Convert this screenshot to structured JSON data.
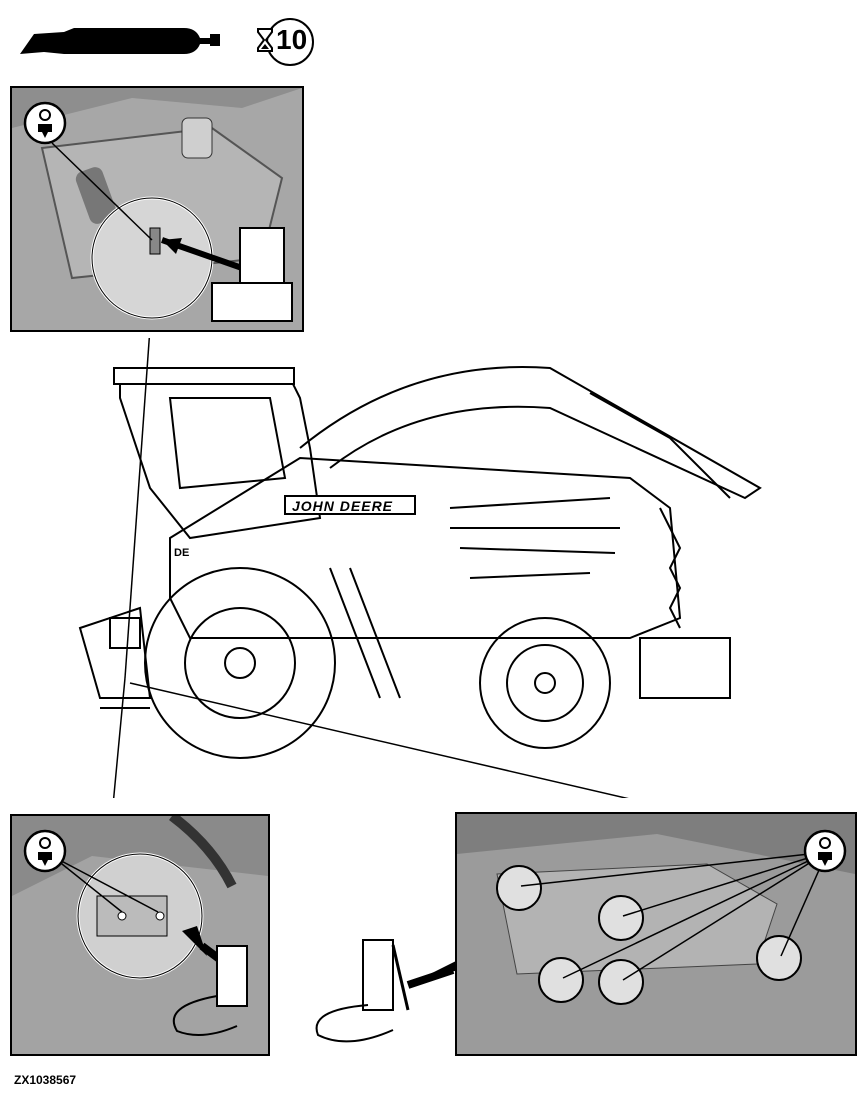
{
  "header": {
    "interval_hours": "10",
    "grease_gun_icon": "grease-gun-icon",
    "hourglass_icon": "hourglass-icon"
  },
  "machine": {
    "brand_label": "JOHN DEERE",
    "rear_panel_label": "DЕ"
  },
  "callouts": {
    "lubricate_icon": "grease-point-icon",
    "top_panel_points": 1,
    "bottom_left_points": 2,
    "bottom_right_points": 5
  },
  "footer": {
    "reference_code": "ZX1038567"
  },
  "colors": {
    "photo_bg": "#9a9a9a",
    "line": "#000000",
    "paper": "#ffffff"
  }
}
